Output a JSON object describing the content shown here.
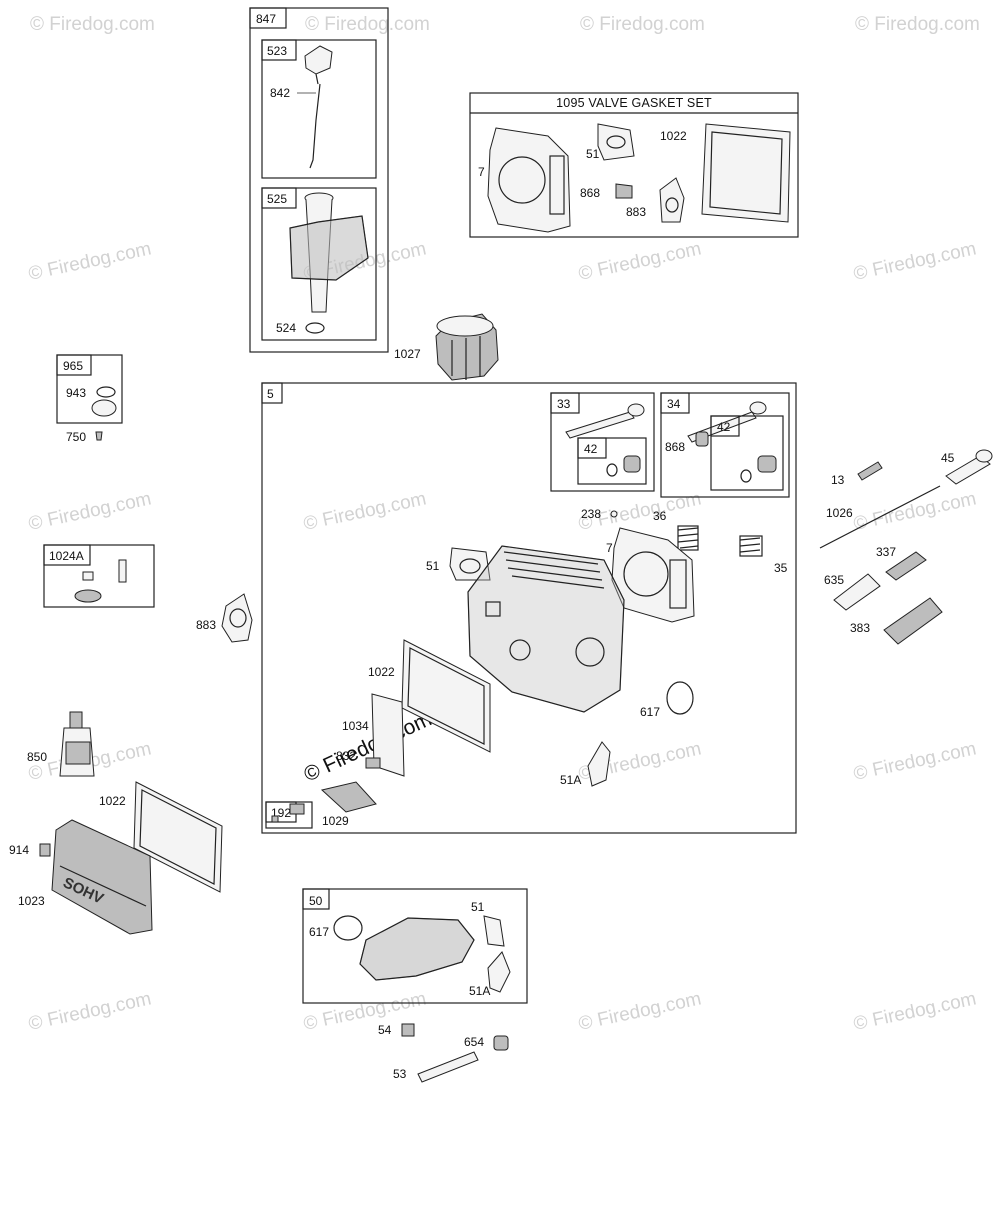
{
  "watermark": {
    "text": "© Firedog.com"
  },
  "labels": {
    "l847": "847",
    "l523": "523",
    "l842": "842",
    "l525": "525",
    "l524": "524",
    "l1027": "1027",
    "l1095": "1095 VALVE GASKET SET",
    "g7": "7",
    "g51": "51",
    "g1022": "1022",
    "g868": "868",
    "g883": "883",
    "l965": "965",
    "l943": "943",
    "l750": "750",
    "l1024A": "1024A",
    "l883": "883",
    "l850": "850",
    "l1022a": "1022",
    "l914": "914",
    "l1023": "1023",
    "l5": "5",
    "l33": "33",
    "l34": "34",
    "l42a": "42",
    "l42b": "42",
    "l868": "868",
    "l238": "238",
    "l36": "36",
    "l7": "7",
    "l35": "35",
    "l51": "51",
    "l1022b": "1022",
    "l1034": "1034",
    "l832": "832",
    "l617": "617",
    "l51A": "51A",
    "l192": "192",
    "l1029": "1029",
    "l13": "13",
    "l45": "45",
    "l1026": "1026",
    "l337": "337",
    "l635": "635",
    "l383": "383",
    "l50": "50",
    "l617b": "617",
    "l51b": "51",
    "l51Ab": "51A",
    "l54": "54",
    "l654": "654",
    "l53": "53"
  }
}
